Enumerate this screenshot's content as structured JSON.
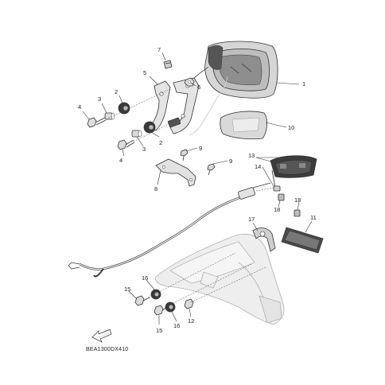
{
  "diagram_code": "BEA1300DX410",
  "callouts": {
    "c1": "1",
    "c2a": "2",
    "c2b": "2",
    "c3a": "3",
    "c3b": "3",
    "c4a": "4",
    "c4b": "4",
    "c5": "5",
    "c6": "6",
    "c7": "7",
    "c8": "8",
    "c9a": "9",
    "c9b": "9",
    "c10": "10",
    "c11": "11",
    "c12": "12",
    "c13": "13",
    "c14": "14",
    "c15a": "15",
    "c15b": "15",
    "c16a": "16",
    "c16b": "16",
    "c17": "17",
    "c18a": "18",
    "c18b": "18"
  },
  "icons": {
    "direction_arrow": "front-direction-arrow-icon"
  },
  "colors": {
    "line": "#333333",
    "shade": "#cfcfcf",
    "dark": "#3a3a3a",
    "ghost": "#e9e9e9"
  }
}
